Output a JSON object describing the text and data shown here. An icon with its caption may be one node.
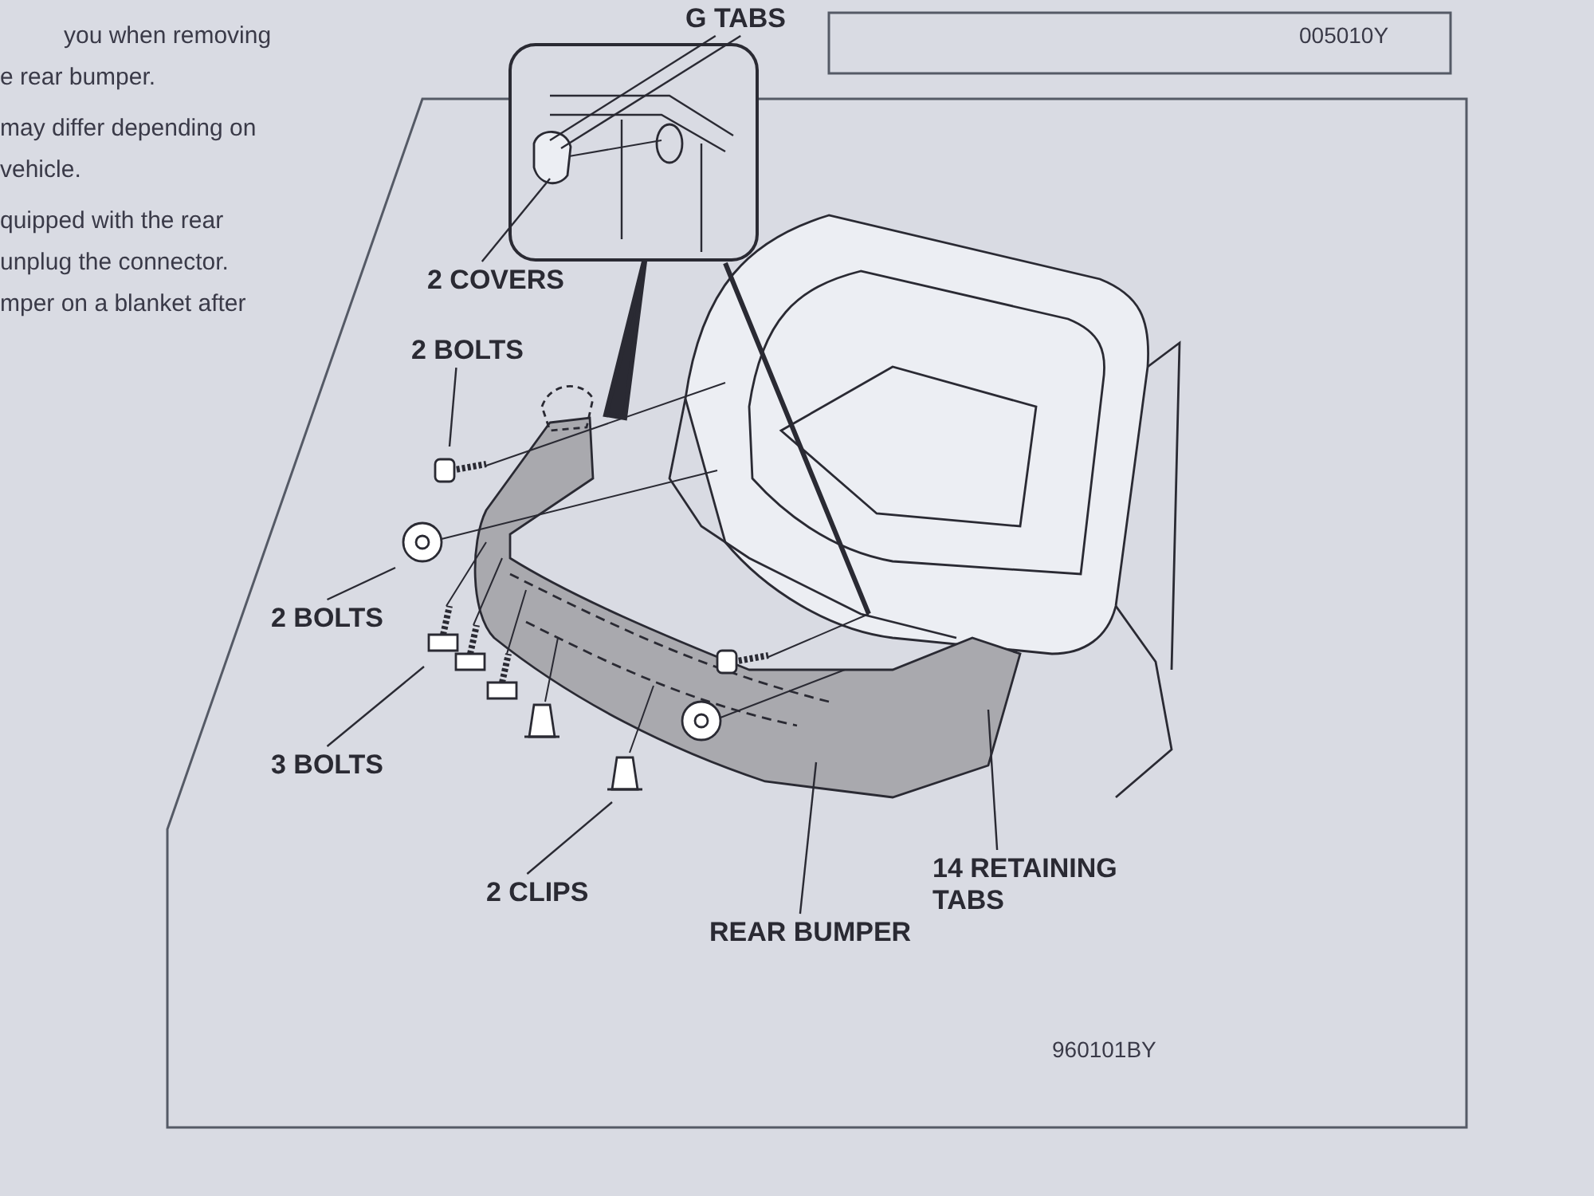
{
  "diagram": {
    "nodes": [
      {
        "text": [
          "2 COVERS"
        ]
      },
      {
        "text": [
          "2 BOLTS"
        ]
      },
      {
        "text": [
          "2 BOLTS"
        ]
      },
      {
        "text": [
          "3 BOLTS"
        ]
      },
      {
        "text": [
          "2 CLIPS"
        ]
      },
      {
        "text": [
          "REAR BUMPER"
        ]
      },
      {
        "text": [
          "14 RETAINING TABS"
        ]
      },
      {
        "text": [
          "G TABS"
        ]
      }
    ],
    "edges": [
      {
        "from": 0,
        "to": null,
        "arrow": "none"
      },
      {
        "from": 1,
        "to": null,
        "arrow": "none"
      },
      {
        "from": 2,
        "to": null,
        "arrow": "none"
      },
      {
        "from": 3,
        "to": null,
        "arrow": "none"
      },
      {
        "from": 4,
        "to": null,
        "arrow": "none"
      },
      {
        "from": 5,
        "to": null,
        "arrow": "none"
      },
      {
        "from": 6,
        "to": null,
        "arrow": "none"
      },
      {
        "from": 7,
        "to": null,
        "arrow": "none"
      },
      {
        "from": 7,
        "to": null,
        "arrow": "none"
      }
    ],
    "labels": [
      "you when removing",
      "e rear bumper.",
      "may differ depending on",
      "vehicle.",
      "quipped with the rear",
      "unplug the connector.",
      "mper on a blanket after",
      "005010Y",
      "960101BY"
    ]
  }
}
